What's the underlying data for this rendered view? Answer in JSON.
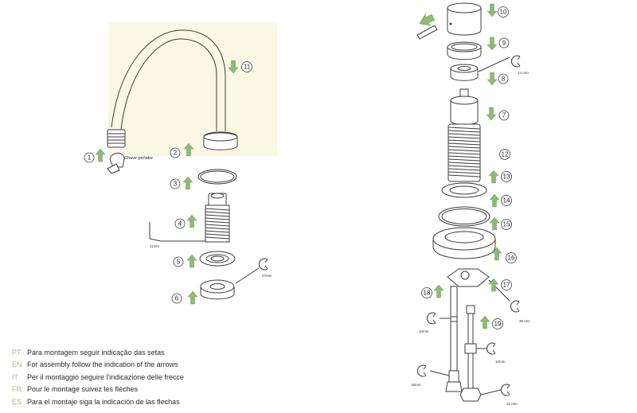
{
  "labels": {
    "aerator_key": "Chave perlator",
    "hex_key_size": "11mm",
    "wrench_5": "27mm",
    "wrench_8": "24 mm",
    "wrench_17": "36 mm",
    "wrench_18": "10mm",
    "wrench_19a": "10mm",
    "wrench_19b": "18mm",
    "wrench_19c": "22 mm"
  },
  "callouts": [
    "1",
    "2",
    "3",
    "4",
    "5",
    "6",
    "7",
    "8",
    "9",
    "10",
    "11",
    "12",
    "13",
    "14",
    "15",
    "16",
    "17",
    "18",
    "19"
  ],
  "instructions": [
    {
      "code": "PT",
      "text": "Para montagem seguir indicação das setas"
    },
    {
      "code": "EN",
      "text": "For assembly follow the indication of the arrows"
    },
    {
      "code": "IT",
      "text": "Per il montaggio seguire l'indicazione delle frecce"
    },
    {
      "code": "FR",
      "text": "Pour le montage suivez les flèches"
    },
    {
      "code": "ES",
      "text": "Para el montaje siga la indicación de las flechas"
    }
  ],
  "colors": {
    "arrow": "#8dbb78",
    "code": "#9fbc86",
    "panel": "#faf7e4"
  }
}
